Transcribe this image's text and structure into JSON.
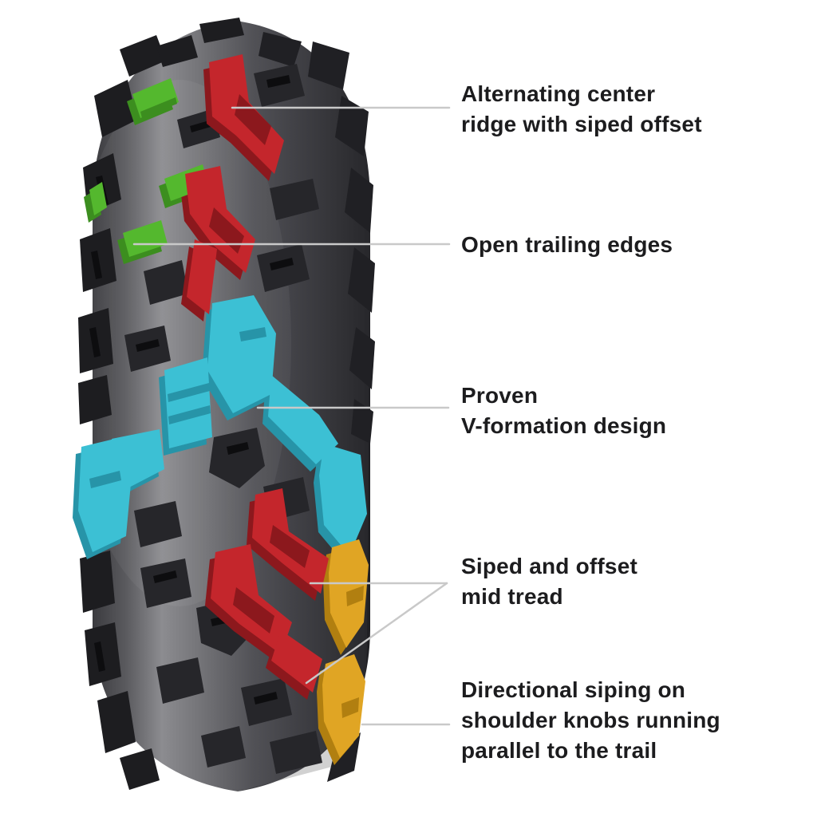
{
  "page": {
    "background": "#ffffff",
    "description": "Mountain bike tire tread feature callout infographic"
  },
  "colors": {
    "text": "#1c1c1e",
    "callout_line": "#c9c9c9",
    "highlight_red": "#c4262c",
    "highlight_red_shade": "#8c181d",
    "highlight_green": "#54b82e",
    "highlight_green_shade": "#3c8e1f",
    "highlight_cyan": "#3cc0d4",
    "highlight_cyan_shade": "#2794a8",
    "highlight_yellow": "#e0a524",
    "highlight_yellow_shade": "#b17f10",
    "tire_knob": "#232327",
    "tire_shoulder_knob": "#1d1d20",
    "tire_sipe": "#0d0d0f"
  },
  "annotations": [
    {
      "id": "center-ridge",
      "feature_color": "highlight_red",
      "lines": [
        "Alternating center",
        "ridge with siped offset"
      ]
    },
    {
      "id": "trailing-edges",
      "feature_color": "highlight_green",
      "lines": [
        "Open trailing edges"
      ]
    },
    {
      "id": "v-formation",
      "feature_color": "highlight_cyan",
      "lines": [
        "Proven",
        "V-formation design"
      ]
    },
    {
      "id": "mid-tread",
      "feature_color": "highlight_red",
      "lines": [
        "Siped and offset",
        "mid tread"
      ]
    },
    {
      "id": "shoulder-siping",
      "feature_color": "highlight_yellow",
      "lines": [
        "Directional siping on",
        "shoulder knobs running",
        "parallel to the trail"
      ]
    }
  ]
}
